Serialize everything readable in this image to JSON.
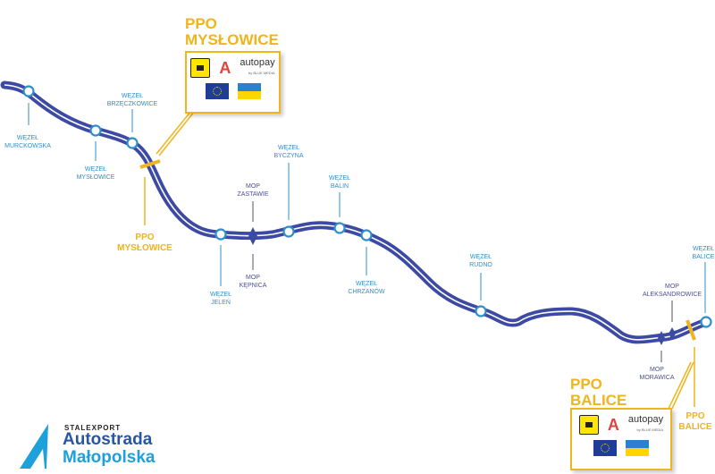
{
  "colors": {
    "road": "#3d4aa3",
    "road_center": "#ffffff",
    "junction": "#2f8fc8",
    "ppo": "#f0b41c",
    "mop": "#4a4f8c"
  },
  "junctions": [
    {
      "label1": "WĘZEŁ",
      "label2": "MURCKOWSKA"
    },
    {
      "label1": "WĘZEŁ",
      "label2": "MYSŁOWICE"
    },
    {
      "label1": "WĘZEŁ",
      "label2": "BRZĘCZKOWICE"
    },
    {
      "label1": "WĘZEŁ",
      "label2": "JELEŃ"
    },
    {
      "label1": "WĘZEŁ",
      "label2": "BYCZYNA"
    },
    {
      "label1": "WĘZEŁ",
      "label2": "BALIN"
    },
    {
      "label1": "WĘZEŁ",
      "label2": "CHRZANÓW"
    },
    {
      "label1": "WĘZEŁ",
      "label2": "RUDNO"
    },
    {
      "label1": "WĘZEŁ",
      "label2": "BALICE"
    }
  ],
  "mops": [
    {
      "label1": "MOP",
      "label2": "ZASTAWIE"
    },
    {
      "label1": "MOP",
      "label2": "KĘPNICA"
    },
    {
      "label1": "MOP",
      "label2": "ALEKSANDROWICE"
    },
    {
      "label1": "MOP",
      "label2": "MORAWICA"
    }
  ],
  "ppo": [
    {
      "label1": "PPO",
      "label2": "MYSŁOWICE",
      "title1": "PPO",
      "title2": "MYSŁOWICE"
    },
    {
      "label1": "PPO",
      "label2": "BALICE",
      "title1": "PPO",
      "title2": "BALICE"
    }
  ],
  "payment": {
    "autopay": "autopay",
    "autopay_sub": "by BLUE MEDIA",
    "icons": [
      "video-toll-icon",
      "autopay-logo",
      "eu-flag-icon",
      "ukraine-flag-icon"
    ]
  },
  "logo": {
    "brand": "STALEXPORT",
    "line1": "Autostrada",
    "line2": "Małopolska"
  }
}
